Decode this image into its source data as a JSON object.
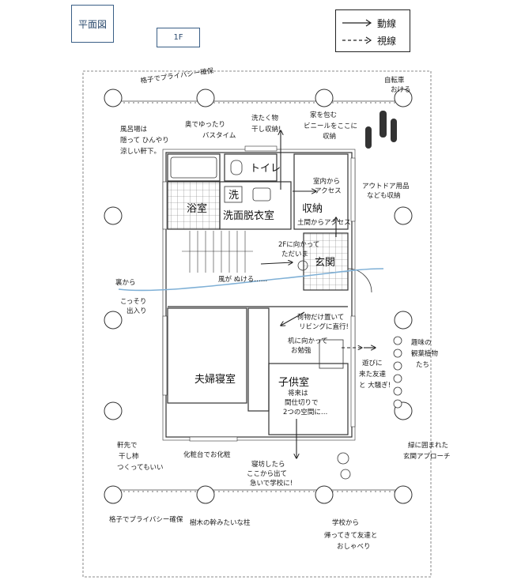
{
  "header": {
    "title": "平面図",
    "floor": "1F"
  },
  "legend": {
    "movement": "動線",
    "sightline": "視線"
  },
  "rooms": {
    "toilet": "トイレ",
    "bath": "浴室",
    "wash_char": "洗",
    "wash_room": "洗面脱衣室",
    "storage": "収納",
    "entrance": "玄関",
    "master_bed": "夫婦寝室",
    "kids_room": "子供室"
  },
  "notes": {
    "lattice_top": "格子でプライバシー確保",
    "bicycle": [
      "自転車",
      "おける"
    ],
    "bath_area": [
      "風呂場は",
      "隠って ひんやり",
      "涼しい軒下。"
    ],
    "bathtime": [
      "奥でゆったり",
      "バスタイム"
    ],
    "laundry": [
      "洗たく物",
      "干し収納!"
    ],
    "wrap": [
      "家を包む",
      "ビニールをここに",
      "収納"
    ],
    "outdoor": [
      "アウトドア用品",
      "なども収納"
    ],
    "indoor_access": [
      "室内から",
      "アクセス"
    ],
    "outdoor_access": "土間からアクセス",
    "tadaima": [
      "2Fに向かって",
      "ただいま"
    ],
    "wind": "風が ぬける……",
    "backyard": [
      "裏から",
      "こっそり",
      "出入り"
    ],
    "living": [
      "荷物だけ置いて",
      "リビングに直行!"
    ],
    "study": [
      "机に向かって",
      "お勉強"
    ],
    "friends": [
      "遊びに",
      "来た友達",
      "と 大騒ぎ!"
    ],
    "hobby": [
      "趣味の",
      "観葉植物",
      "たち"
    ],
    "partition": [
      "将来は",
      "間仕切りで",
      "2つの空間に…"
    ],
    "green": [
      "緑に囲まれた",
      "玄関アプローチ"
    ],
    "eaves": [
      "軒先で",
      "干し柿",
      "つくってもいい"
    ],
    "vanity": "化粧台でお化粧",
    "late": [
      "寝坊したら",
      "ここから出て",
      "急いで学校に!"
    ],
    "lattice_bottom": "格子でプライバシー確保",
    "pillars": "樹木の幹みたいな柱",
    "school": [
      "学校から",
      "帰ってきて友達と",
      "おしゃべり"
    ]
  }
}
